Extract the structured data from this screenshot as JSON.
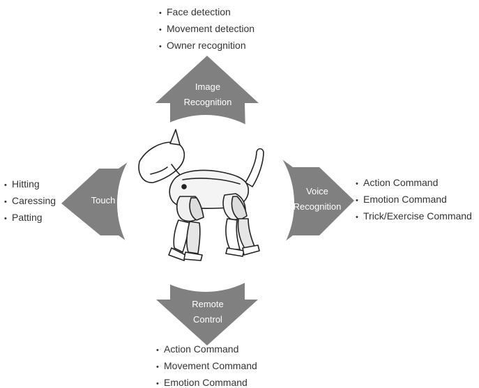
{
  "colors": {
    "arrow_fill": "#808080",
    "circle_fill": "#ffffff",
    "label_text": "#ffffff",
    "bullet_text": "#333333"
  },
  "center": {
    "image": "robot-dog-illustration"
  },
  "arrows": {
    "top": {
      "label_line1": "Image",
      "label_line2": "Recognition"
    },
    "right": {
      "label_line1": "Voice",
      "label_line2": "Recognition"
    },
    "left": {
      "label_line1": "Touch",
      "label_line2": ""
    },
    "bottom": {
      "label_line1": "Remote",
      "label_line2": "Control"
    }
  },
  "lists": {
    "top": [
      "Face detection",
      "Movement detection",
      "Owner recognition"
    ],
    "right": [
      "Action Command",
      "Emotion Command",
      "Trick/Exercise Command"
    ],
    "left": [
      "Hitting",
      "Caressing",
      "Patting"
    ],
    "bottom": [
      "Action Command",
      "Movement Command",
      "Emotion Command"
    ]
  }
}
